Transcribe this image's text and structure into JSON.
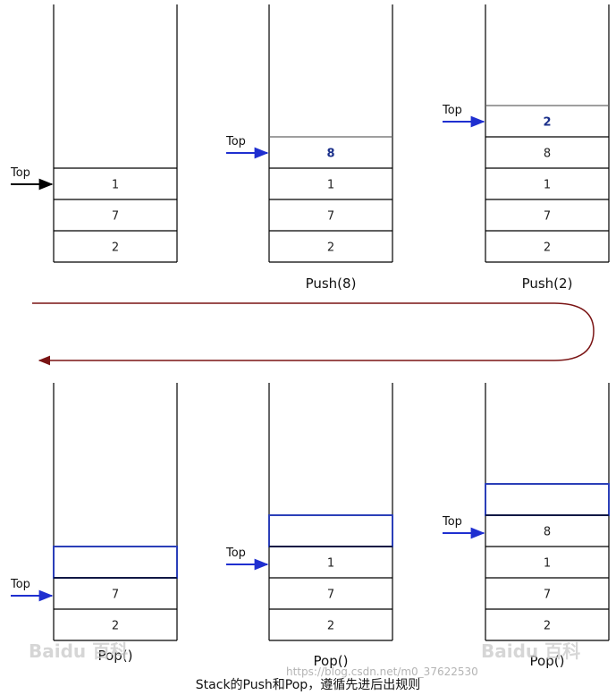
{
  "top_label": "Top",
  "stacks": [
    {
      "id": "s1",
      "caption": "",
      "cells": [
        "1",
        "7",
        "2"
      ],
      "bold": [],
      "empty_top": false,
      "top_index": 0,
      "pointer_color": "#000000"
    },
    {
      "id": "s2",
      "caption": "Push(8)",
      "cells": [
        "8",
        "1",
        "7",
        "2"
      ],
      "bold": [
        0
      ],
      "empty_top": false,
      "top_index": 0,
      "pointer_color": "#1f2fd0"
    },
    {
      "id": "s3",
      "caption": "Push(2)",
      "cells": [
        "2",
        "8",
        "1",
        "7",
        "2"
      ],
      "bold": [
        0
      ],
      "empty_top": false,
      "top_index": 0,
      "pointer_color": "#1f2fd0"
    },
    {
      "id": "s4",
      "caption": "Pop()",
      "cells": [
        "",
        "7",
        "2"
      ],
      "bold": [],
      "empty_top": true,
      "top_index": 1,
      "pointer_color": "#1f2fd0"
    },
    {
      "id": "s5",
      "caption": "Pop()",
      "cells": [
        "",
        "1",
        "7",
        "2"
      ],
      "bold": [],
      "empty_top": true,
      "top_index": 1,
      "pointer_color": "#1f2fd0"
    },
    {
      "id": "s6",
      "caption": "Pop()",
      "cells": [
        "",
        "8",
        "1",
        "7",
        "2"
      ],
      "bold": [],
      "empty_top": true,
      "top_index": 1,
      "pointer_color": "#1f2fd0"
    }
  ],
  "colors": {
    "return_arrow": "#7a1414",
    "empty_slot_border": "#2b3fb8",
    "line": "#000000"
  },
  "caption": "Stack的Push和Pop，遵循先进后出规则",
  "watermark": {
    "logo": "Baidu 百科",
    "url": "https://blog.csdn.net/m0_37622530"
  }
}
